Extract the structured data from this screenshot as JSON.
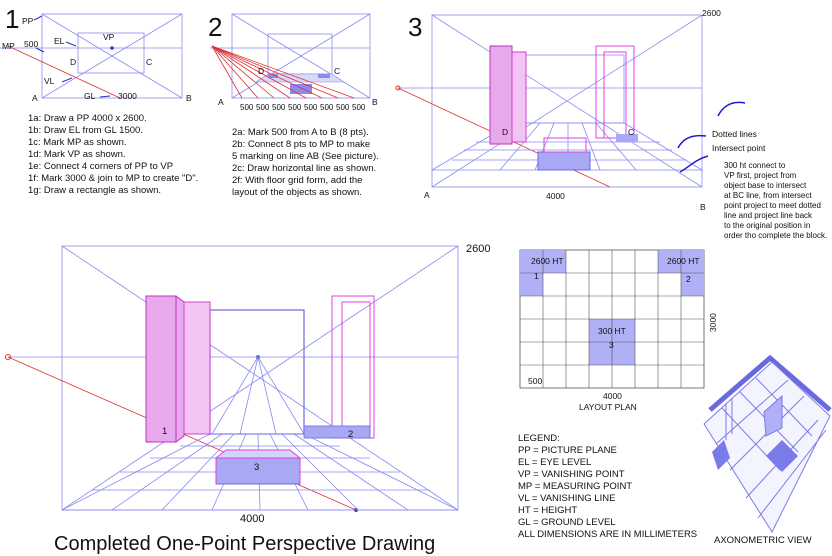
{
  "panel1": {
    "number": "1",
    "labels": {
      "pp": "PP",
      "mp": "MP",
      "mp_dist": "500",
      "el": "EL",
      "vp": "VP",
      "d": "D",
      "c": "C",
      "vl": "VL",
      "gl": "GL",
      "dist": "3000",
      "a": "A",
      "b": "B"
    },
    "steps": [
      "1a: Draw a PP 4000 x 2600.",
      "1b: Draw EL from GL 1500.",
      "1c: Mark MP as shown.",
      "1d: Mark VP as shown.",
      "1e: Connect 4 corners of PP to VP",
      "1f: Mark 3000 & join to MP to create \"D\".",
      "1g: Draw a rectangle as shown."
    ]
  },
  "panel2": {
    "number": "2",
    "labels": {
      "d": "D",
      "c": "C",
      "a": "A",
      "b": "B"
    },
    "ticks": [
      "500",
      "500",
      "500",
      "500",
      "500",
      "500",
      "500",
      "500"
    ],
    "steps": [
      "2a: Mark 500 from A to B (8 pts).",
      "2b: Connect 8 pts to MP to make",
      "5 marking on line AB (See picture).",
      "2c: Draw horizontal line as shown.",
      "2f: With floor grid form, add the",
      "layout of the objects as shown."
    ]
  },
  "panel3": {
    "number": "3",
    "labels": {
      "height": "2600",
      "d": "D",
      "c": "C",
      "a": "A",
      "b": "B",
      "width": "4000"
    },
    "annot_dotted": "Dotted lines",
    "annot_intersect": "Intersect point",
    "note": [
      "300 ht connect to",
      "VP first, project from",
      "object base to intersect",
      "at BC line, from intersect",
      "point project to meet dotted",
      "line and project line back",
      "to the original position in",
      "order tho complete the block."
    ]
  },
  "main": {
    "height_label": "2600",
    "width_label": "4000",
    "block_labels": [
      "1",
      "2",
      "3"
    ],
    "title": "Completed One-Point Perspective Drawing"
  },
  "layout_plan": {
    "cells": [
      {
        "label1": "2600 HT",
        "label2": "1"
      },
      {
        "label1": "2600 HT",
        "label2": "2"
      },
      {
        "label1": "300 HT",
        "label2": "3"
      }
    ],
    "dim_right": "3000",
    "dim_bottom": "4000",
    "cell_size": "500",
    "caption": "LAYOUT PLAN"
  },
  "legend": {
    "heading": "LEGEND:",
    "items": [
      "PP = PICTURE PLANE",
      "EL = EYE LEVEL",
      "VP = VANISHING POINT",
      "MP = MEASURING POINT",
      "VL = VANISHING LINE",
      "HT = HEIGHT",
      "GL = GROUND LEVEL",
      "ALL DIMENSIONS ARE IN MILLIMETERS"
    ]
  },
  "axonometric": {
    "caption": "AXONOMETRIC VIEW"
  },
  "colors": {
    "line": "#8a8af0",
    "dark_line": "#6a6ae0",
    "red": "#e03030",
    "pink": "#f2c4f2",
    "blue": "#a8a8f4"
  }
}
